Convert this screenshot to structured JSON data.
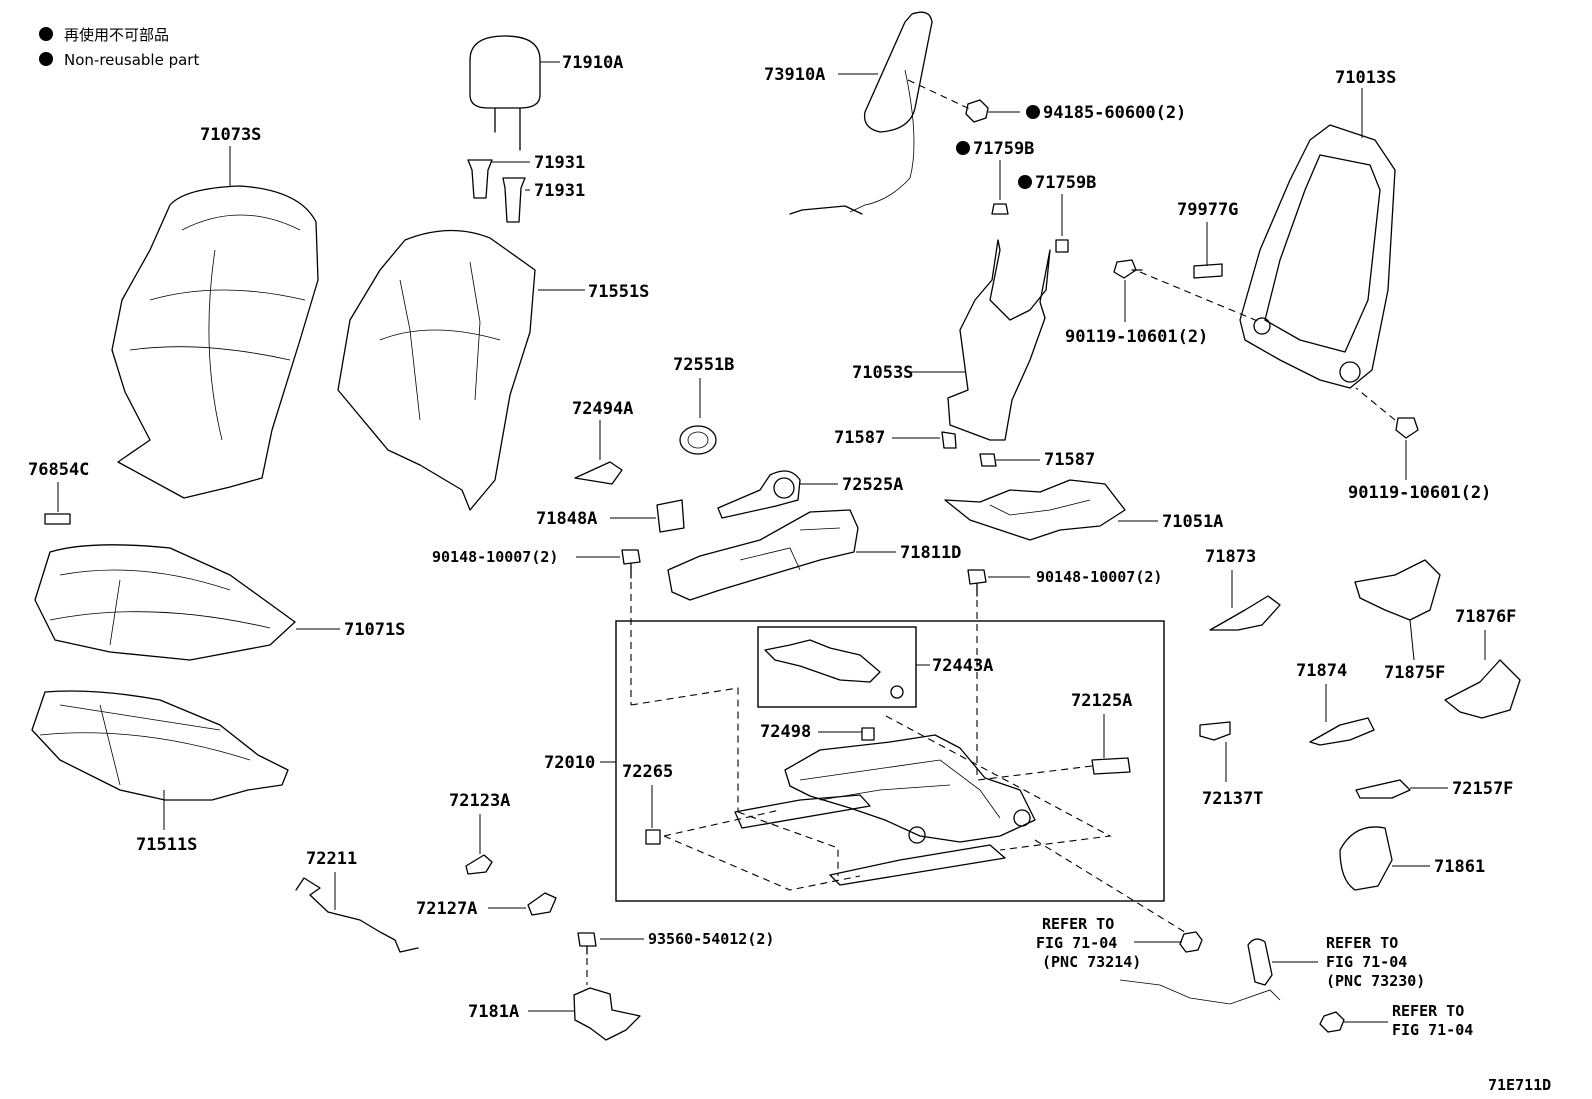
{
  "legend": {
    "jp": "再使用不可部品",
    "en": "Non-reusable part"
  },
  "figure_code": "71E711D",
  "labels": {
    "p71910A": "71910A",
    "p71931a": "71931",
    "p71931b": "71931",
    "p73910A": "73910A",
    "p94185": "94185-60600(2)",
    "p71759Ba": "71759B",
    "p71759Bb": "71759B",
    "p71013S": "71013S",
    "p79977G": "79977G",
    "p90119a": "90119-10601(2)",
    "p90119b": "90119-10601(2)",
    "p71073S": "71073S",
    "p71551S": "71551S",
    "p72551B": "72551B",
    "p71053S": "71053S",
    "p72494A": "72494A",
    "p71587a": "71587",
    "p71587b": "71587",
    "p76854C": "76854C",
    "p72525A": "72525A",
    "p71848A": "71848A",
    "p71051A": "71051A",
    "p90148a": "90148-10007(2)",
    "p71811D": "71811D",
    "p90148b": "90148-10007(2)",
    "p71873": "71873",
    "p71071S": "71071S",
    "p72443A": "72443A",
    "p71876F": "71876F",
    "p71874": "71874",
    "p71875F": "71875F",
    "p72125A": "72125A",
    "p72498": "72498",
    "p72010": "72010",
    "p72265": "72265",
    "p72137T": "72137T",
    "p72157F": "72157F",
    "p72123A": "72123A",
    "p71511S": "71511S",
    "p71861": "71861",
    "p72211": "72211",
    "p72127A": "72127A",
    "p93560": "93560-54012(2)",
    "p7181A": "7181A"
  },
  "refers": {
    "r1_l1": "REFER TO",
    "r1_l2": "FIG 71-04",
    "r1_l3": "(PNC 73214)",
    "r2_l1": "REFER TO",
    "r2_l2": "FIG 71-04",
    "r2_l3": "(PNC 73230)",
    "r3_l1": "REFER TO",
    "r3_l2": "FIG 71-04"
  }
}
